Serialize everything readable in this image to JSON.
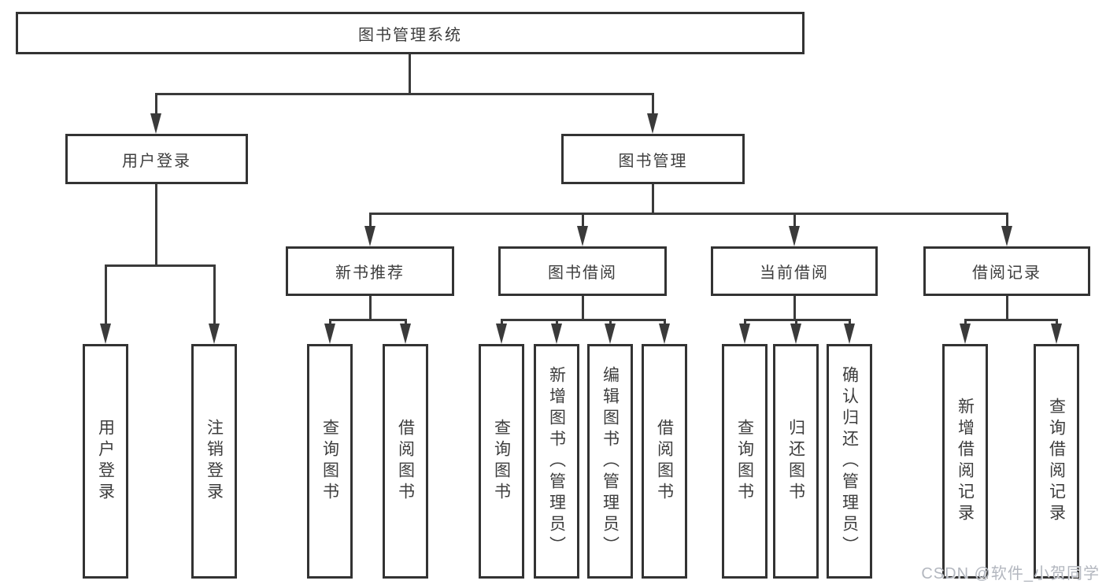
{
  "tree": {
    "root": {
      "label": "图书管理系统"
    },
    "branches": [
      {
        "label": "用户登录",
        "leaves": [
          {
            "label": "用户登录"
          },
          {
            "label": "注销登录"
          }
        ]
      },
      {
        "label": "图书管理",
        "groups": [
          {
            "label": "新书推荐",
            "leaves": [
              {
                "label": "查询图书"
              },
              {
                "label": "借阅图书"
              }
            ]
          },
          {
            "label": "图书借阅",
            "leaves": [
              {
                "label": "查询图书"
              },
              {
                "label": "新增图书（管理员）"
              },
              {
                "label": "编辑图书（管理员）"
              },
              {
                "label": "借阅图书"
              }
            ]
          },
          {
            "label": "当前借阅",
            "leaves": [
              {
                "label": "查询图书"
              },
              {
                "label": "归还图书"
              },
              {
                "label": "确认归还（管理员）"
              }
            ]
          },
          {
            "label": "借阅记录",
            "leaves": [
              {
                "label": "新增借阅记录"
              },
              {
                "label": "查询借阅记录"
              }
            ]
          }
        ]
      }
    ]
  },
  "watermark": "CSDN @软件_小贺同学",
  "colors": {
    "line": "#3a3a3a",
    "box_border": "#333333",
    "text": "#3d3d3d",
    "background": "#ffffff",
    "watermark": "#b3b7bf"
  }
}
